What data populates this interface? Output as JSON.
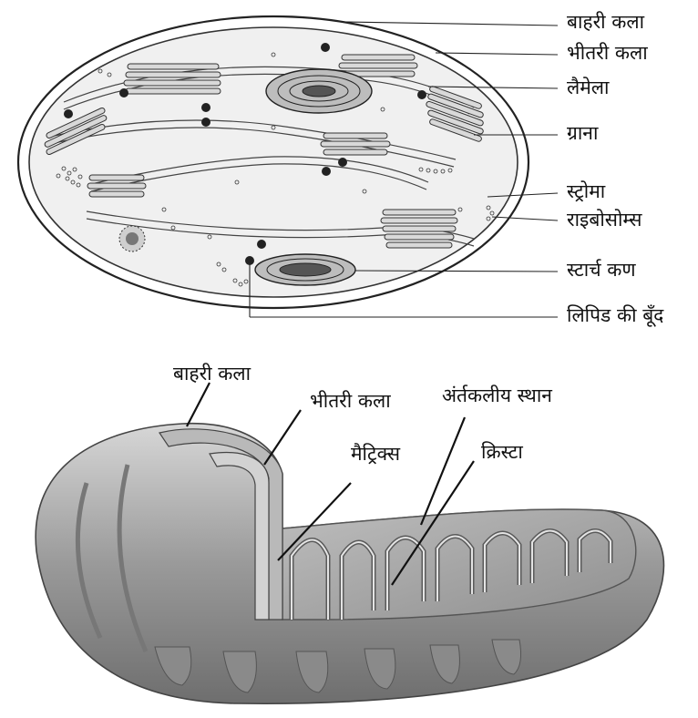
{
  "chloroplast": {
    "labels": {
      "outer_membrane": "बाहरी कला",
      "inner_membrane": "भीतरी कला",
      "lamella": "लैमेला",
      "grana": "ग्राना",
      "stroma": "स्ट्रोमा",
      "ribosomes": "राइबोसोम्स",
      "starch_grain": "स्टार्च कण",
      "lipid_droplet": "लिपिड की बूँद"
    }
  },
  "mitochondrion": {
    "labels": {
      "outer_membrane": "बाहरी कला",
      "inner_membrane": "भीतरी कला",
      "intermembrane_space": "अंर्तकलीय स्थान",
      "matrix": "मैट्रिक्स",
      "cristae": "क्रिस्टा"
    }
  },
  "colors": {
    "ink": "#111111",
    "stroma_fill": "#efefef",
    "membrane_gray": "#8a8a8a",
    "mito_gray": "#9c9c9c"
  }
}
